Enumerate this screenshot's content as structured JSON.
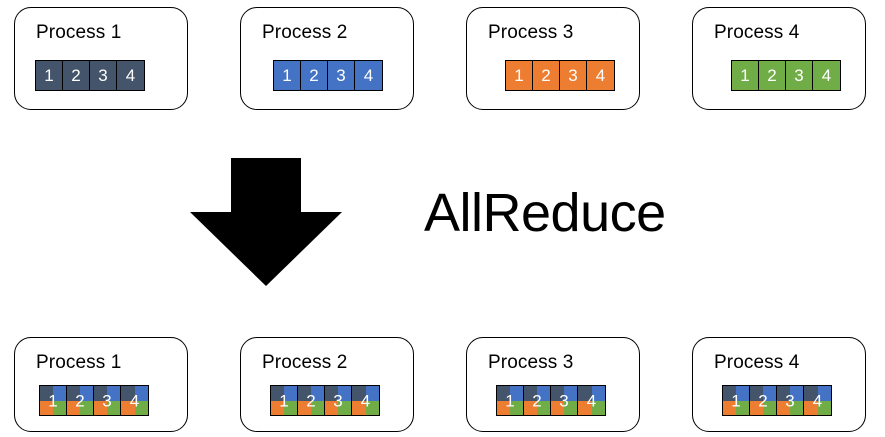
{
  "diagram": {
    "title": "AllReduce",
    "operation_label": "AllReduce",
    "arrow_icon": "down-arrow-icon",
    "colors": {
      "process1": "#44546A",
      "process2": "#4472C4",
      "process3": "#ED7D31",
      "process4": "#70AD47",
      "border": "#000000",
      "background": "#FFFFFF",
      "cell_text": "#FFFFFF"
    },
    "before": {
      "row_label": "before-allreduce",
      "boxes": [
        {
          "title": "Process 1",
          "color": "#44546A",
          "cells": [
            "1",
            "2",
            "3",
            "4"
          ]
        },
        {
          "title": "Process 2",
          "color": "#4472C4",
          "cells": [
            "1",
            "2",
            "3",
            "4"
          ]
        },
        {
          "title": "Process 3",
          "color": "#ED7D31",
          "cells": [
            "1",
            "2",
            "3",
            "4"
          ]
        },
        {
          "title": "Process 4",
          "color": "#70AD47",
          "cells": [
            "1",
            "2",
            "3",
            "4"
          ]
        }
      ]
    },
    "after": {
      "row_label": "after-allreduce",
      "quadrant_colors": [
        "#44546A",
        "#4472C4",
        "#ED7D31",
        "#70AD47"
      ],
      "boxes": [
        {
          "title": "Process 1",
          "cells": [
            "1",
            "2",
            "3",
            "4"
          ]
        },
        {
          "title": "Process 2",
          "cells": [
            "1",
            "2",
            "3",
            "4"
          ]
        },
        {
          "title": "Process 3",
          "cells": [
            "1",
            "2",
            "3",
            "4"
          ]
        },
        {
          "title": "Process 4",
          "cells": [
            "1",
            "2",
            "3",
            "4"
          ]
        }
      ]
    }
  }
}
